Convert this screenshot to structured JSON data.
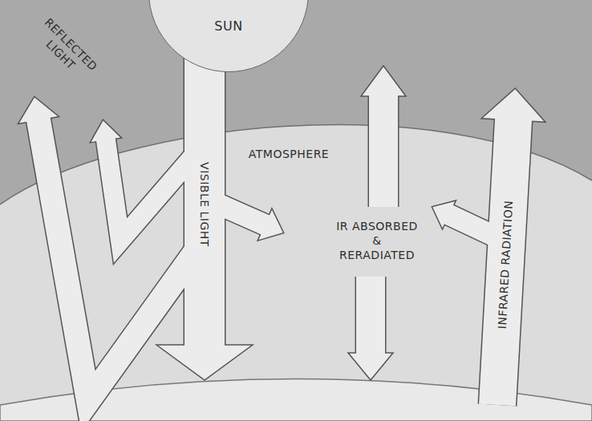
{
  "diagram": {
    "nodes": [
      {
        "text": [
          "SUN"
        ]
      }
    ],
    "labels": [
      "REFLECTED LIGHT",
      "VISIBLE LIGHT",
      "ATMOSPHERE",
      "IR ABSORBED & RERADIATED",
      "INFRARED RADIATION"
    ]
  }
}
